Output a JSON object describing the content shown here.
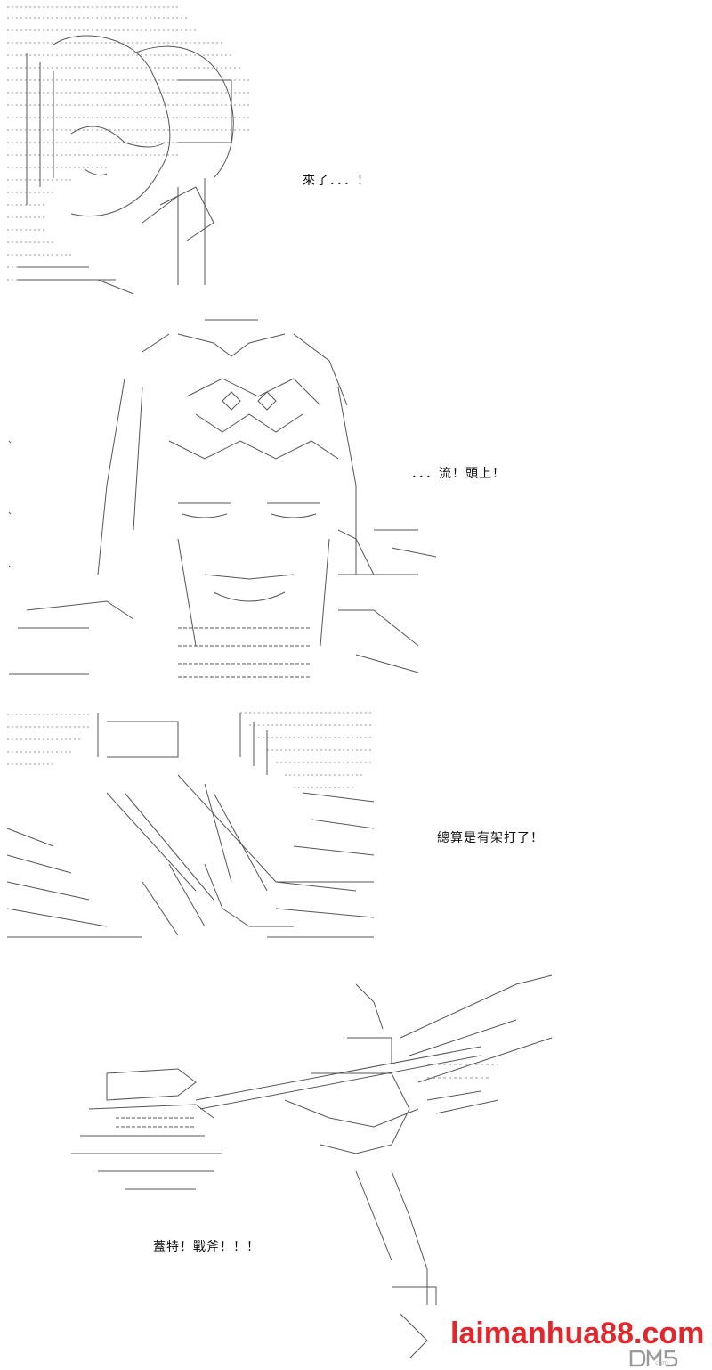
{
  "captions": {
    "panel1": "來了．．．！",
    "panel2": "．．．流！頭上！",
    "panel3": "總算是有架打了！",
    "panel4": "蓋特！戰斧！！！"
  },
  "watermark": {
    "site": "laimanhua88.com",
    "logo_text": "DM5",
    "logo_suffix": "com"
  },
  "colors": {
    "art_stroke": "#555555",
    "watermark": "#e3262b",
    "logo": "#9a9a9a"
  }
}
